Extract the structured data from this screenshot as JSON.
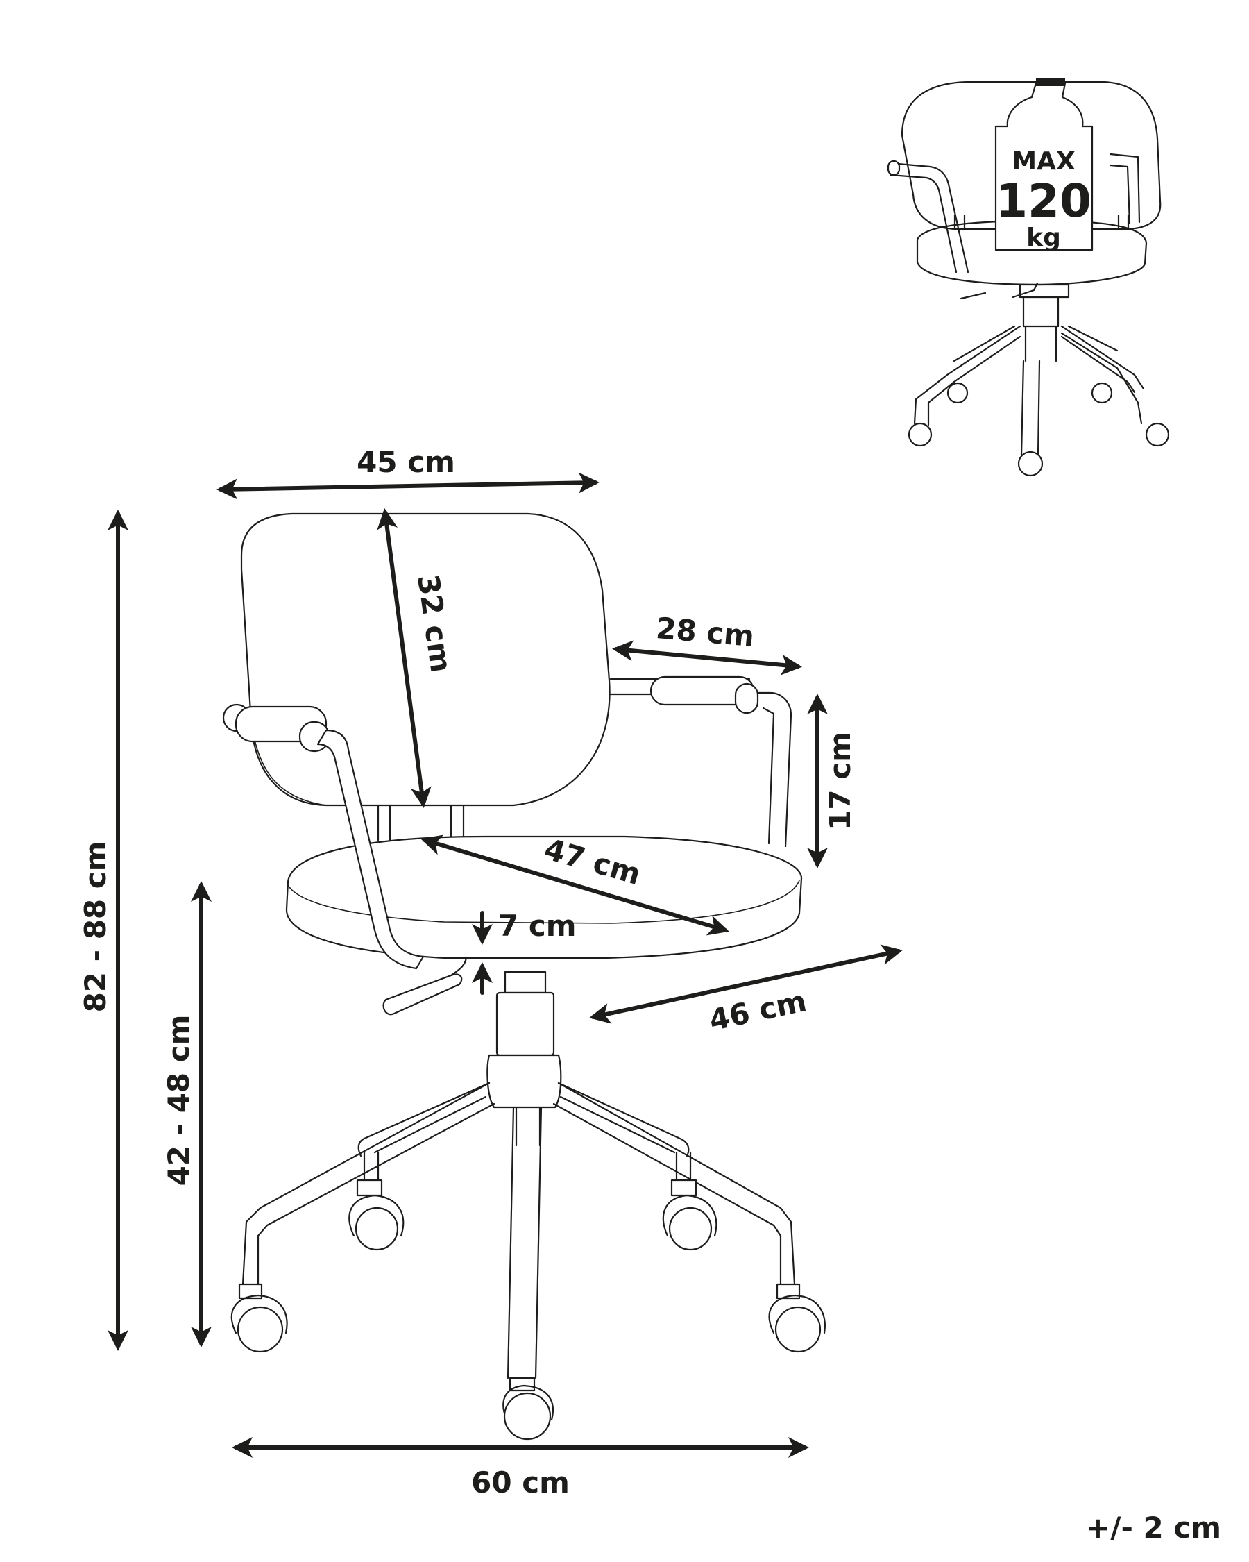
{
  "dimensions": {
    "width_top": "45 cm",
    "backrest_height": "32 cm",
    "armrest_length": "28 cm",
    "armrest_height": "17 cm",
    "seat_diagonal": "47 cm",
    "seat_thickness": "7 cm",
    "seat_depth": "46 cm",
    "total_height": "82 - 88 cm",
    "seat_height": "42 - 48 cm",
    "base_width": "60 cm"
  },
  "max_load": {
    "label": "MAX",
    "value": "120",
    "unit": "kg"
  },
  "tolerance": "+/- 2 cm"
}
